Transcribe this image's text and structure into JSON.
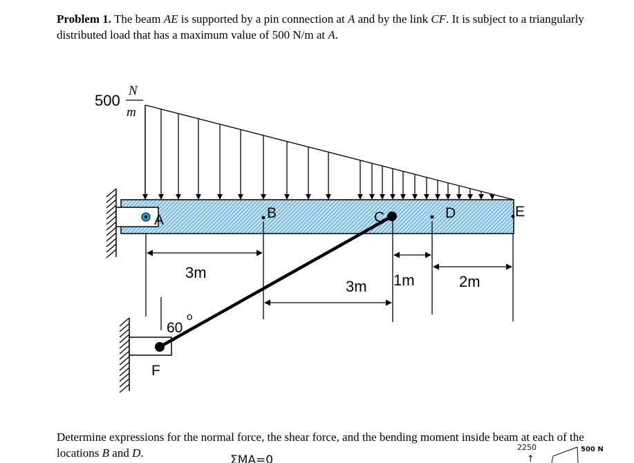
{
  "problem": {
    "label": "Problem 1.",
    "text_1": " The beam ",
    "beam": "AE",
    "text_2": " is supported by a pin connection at ",
    "point_a": "A",
    "text_3": " and by the link ",
    "link": "CF",
    "text_4": ". It is subject to a triangularly distributed load that has a maximum value of 500 N/m at ",
    "point_a2": "A",
    "text_5": "."
  },
  "diagram": {
    "load": {
      "value": "500",
      "unit_num": "N",
      "unit_den": "m"
    },
    "points": {
      "a": "A",
      "b": "B",
      "c": "C",
      "d": "D",
      "e": "E",
      "f": "F"
    },
    "dimensions": {
      "ab": "3m",
      "bc": "3m",
      "cd": "1m",
      "de": "2m"
    },
    "angle": {
      "value": "60",
      "degree": "o"
    },
    "colors": {
      "beam_fill": "#bfe3f7",
      "beam_hatch": "#1e6eb5",
      "pin": "#2a9ad8"
    }
  },
  "question": {
    "text_1": "Determine expressions for the normal force, the shear force, and the bending moment inside beam at each of the locations ",
    "point_b": "B",
    "text_2": " and ",
    "point_d": "D",
    "text_3": "."
  },
  "handwriting": {
    "sum_moment": "ΣMA=0",
    "value": "2250",
    "force": "500 N",
    "arrow": "↑"
  }
}
